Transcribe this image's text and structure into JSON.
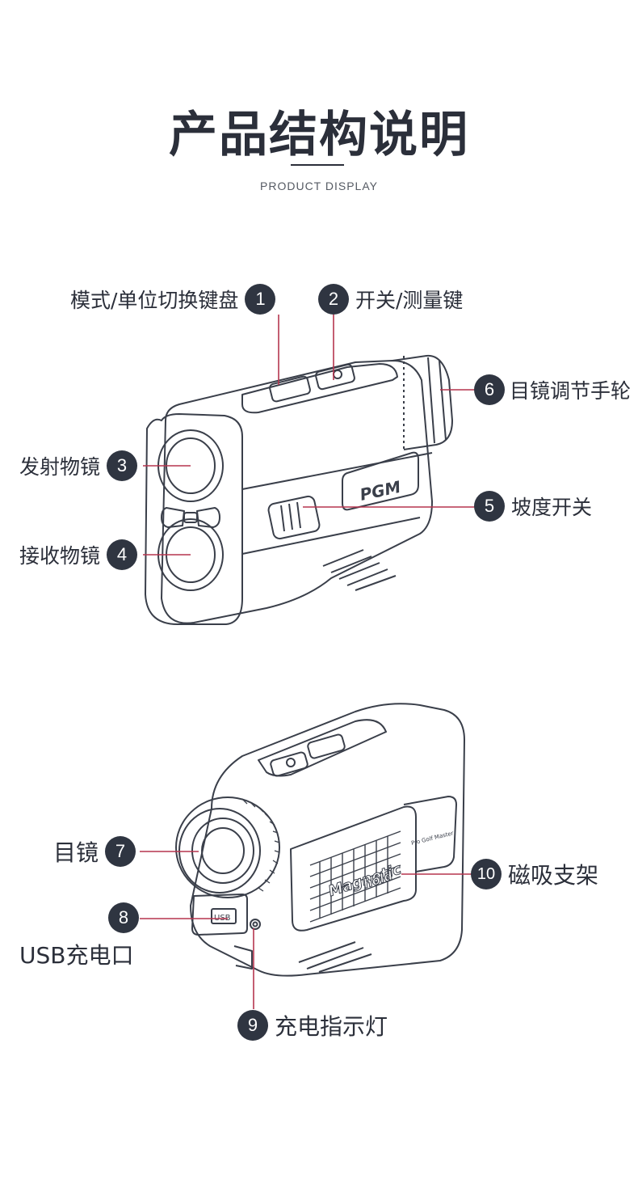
{
  "header": {
    "title": "产品结构说明",
    "subtitle": "PRODUCT DISPLAY"
  },
  "device_marks": {
    "brand": "PGM",
    "magnetic": "Magnetic",
    "hold": "hold",
    "pro": "Pro Golf Master",
    "usb": "USB"
  },
  "callouts": [
    {
      "num": "1",
      "label": "模式/单位切换键盘"
    },
    {
      "num": "2",
      "label": "开关/测量键"
    },
    {
      "num": "6",
      "label": "目镜调节手轮"
    },
    {
      "num": "3",
      "label": "发射物镜"
    },
    {
      "num": "5",
      "label": "坡度开关"
    },
    {
      "num": "4",
      "label": "接收物镜"
    },
    {
      "num": "7",
      "label": "目镜"
    },
    {
      "num": "10",
      "label": "磁吸支架"
    },
    {
      "num": "8",
      "label": "USB充电口"
    },
    {
      "num": "9",
      "label": "充电指示灯"
    }
  ],
  "colors": {
    "line": "#b5354f",
    "badge": "#2f3541",
    "text": "#2b2f3a"
  }
}
